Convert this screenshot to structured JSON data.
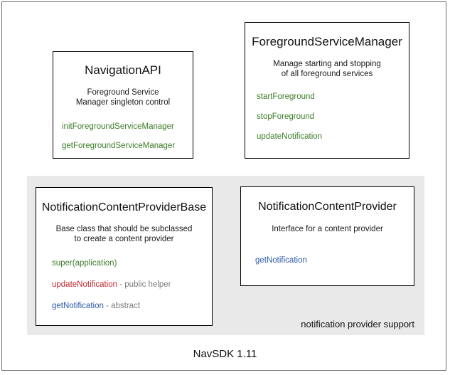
{
  "diagram": {
    "footer_caption": "NavSDK 1.11",
    "group": {
      "label": "notification provider support",
      "background_color": "#e9e9e9"
    },
    "colors": {
      "method_green": "#3b7d28",
      "method_red": "#c0272d",
      "method_blue": "#2a5caa",
      "note_gray": "#7d7d7d",
      "box_border": "#000000",
      "frame_border": "#6e6e6e"
    },
    "boxes": {
      "navigation_api": {
        "title": "NavigationAPI",
        "desc_line1": "Foreground Service",
        "desc_line2": "Manager singleton control",
        "methods": [
          {
            "name": "initForegroundServiceManager",
            "note": ""
          },
          {
            "name": "getForegroundServiceManager",
            "note": ""
          }
        ]
      },
      "foreground_service_manager": {
        "title": "ForegroundServiceManager",
        "desc_line1": "Manage starting and stopping",
        "desc_line2": "of all foreground services",
        "methods": [
          {
            "name": "startForeground",
            "note": ""
          },
          {
            "name": "stopForeground",
            "note": ""
          },
          {
            "name": "updateNotification",
            "note": ""
          }
        ]
      },
      "notification_content_provider_base": {
        "title": "NotificationContentProviderBase",
        "desc_line1": "Base class that should be subclassed",
        "desc_line2": "to create a content provider",
        "methods": [
          {
            "name": "super(application)",
            "note": ""
          },
          {
            "name": "updateNotification",
            "note": " - public helper"
          },
          {
            "name": "getNotification",
            "note": " - abstract"
          }
        ]
      },
      "notification_content_provider": {
        "title": "NotificationContentProvider",
        "desc_line1": "Interface for a content provider",
        "desc_line2": "",
        "methods": [
          {
            "name": "getNotification",
            "note": ""
          }
        ]
      }
    }
  }
}
